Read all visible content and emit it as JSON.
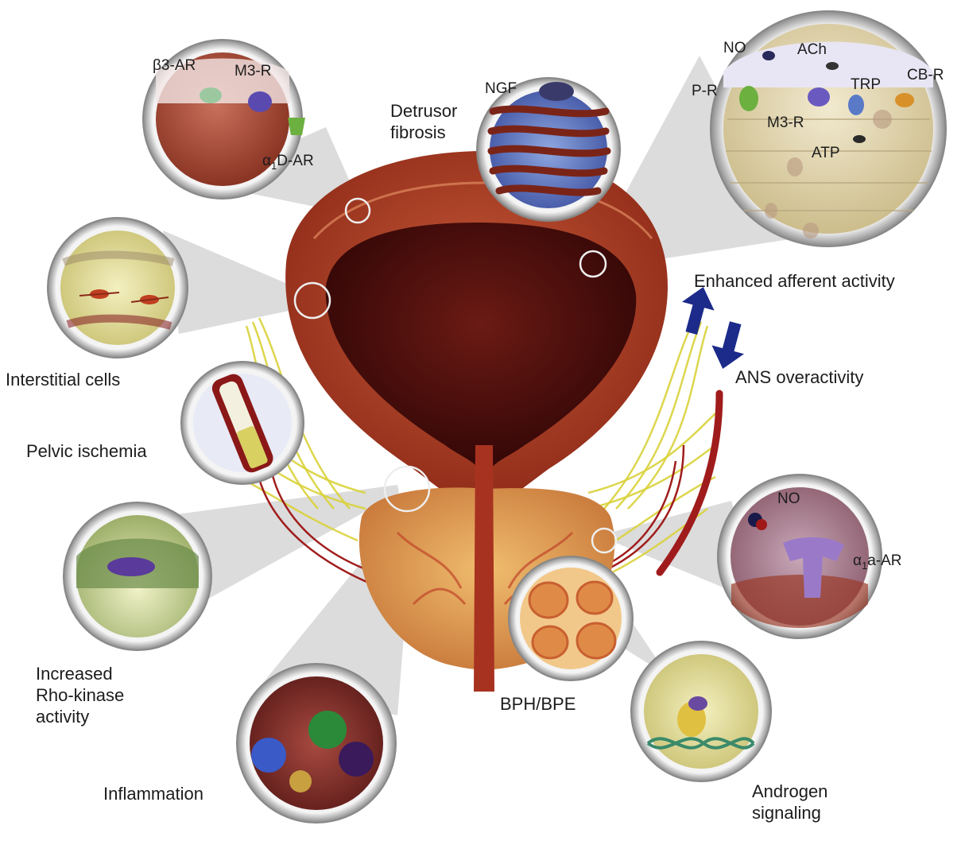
{
  "labels": {
    "detrusor_fibrosis": "Detrusor\nfibrosis",
    "enhanced_afferent": "Enhanced afferent activity",
    "ans_overactivity": "ANS overactivity",
    "interstitial_cells": "Interstitial cells",
    "pelvic_ischemia": "Pelvic ischemia",
    "rho_kinase": "Increased\nRho-kinase\nactivity",
    "inflammation": "Inflammation",
    "bph_bpe": "BPH/BPE",
    "androgen": "Androgen\nsignaling"
  },
  "inset_labels": {
    "b3_ar": "β3-AR",
    "m3_r_left": "M3-R",
    "a1d_ar_alpha": "α",
    "a1d_ar_sub": "1",
    "a1d_ar_rest": "D-AR",
    "ngf": "NGF",
    "no_top": "NO",
    "ach": "ACh",
    "p_r": "P-R",
    "trp": "TRP",
    "cb_r": "CB-R",
    "m3_r_right": "M3-R",
    "atp": "ATP",
    "no_right": "NO",
    "a1a_ar_alpha": "α",
    "a1a_ar_sub": "1",
    "a1a_ar_rest": "a-AR"
  },
  "colors": {
    "bladder_outer": "#b3432a",
    "bladder_inner": "#4a0e0c",
    "prostate": "#e3a55a",
    "nerve": "#d9d23a",
    "vessel": "#a01c1c",
    "arrow": "#1c2a8a",
    "inset_ring": "#9a9a9a"
  }
}
